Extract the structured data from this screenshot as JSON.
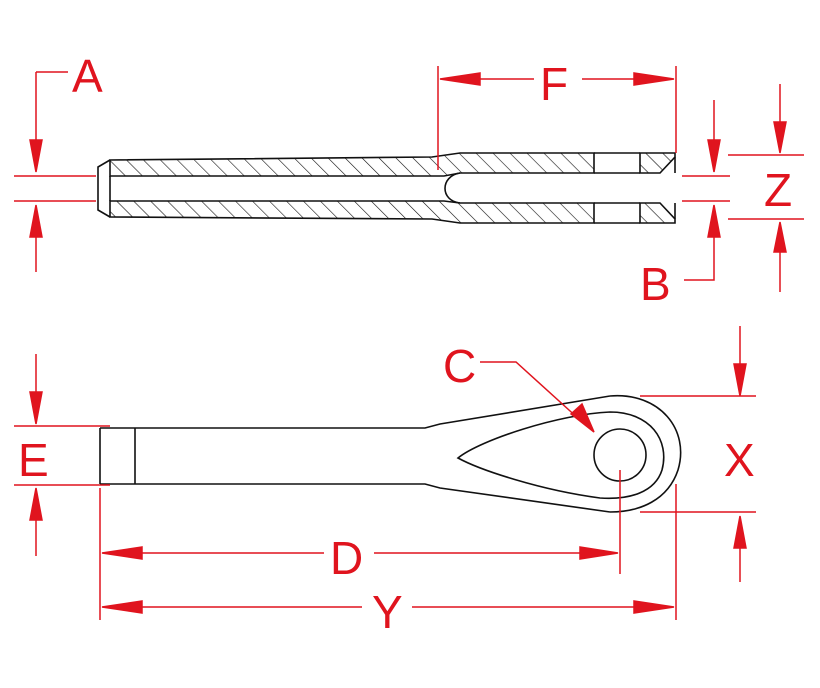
{
  "labels": {
    "A": "A",
    "B": "B",
    "C": "C",
    "D": "D",
    "E": "E",
    "F": "F",
    "X": "X",
    "Y": "Y",
    "Z": "Z"
  },
  "colors": {
    "dimension": "#e0141e",
    "outline": "#111111",
    "extension": "#e0141e"
  }
}
